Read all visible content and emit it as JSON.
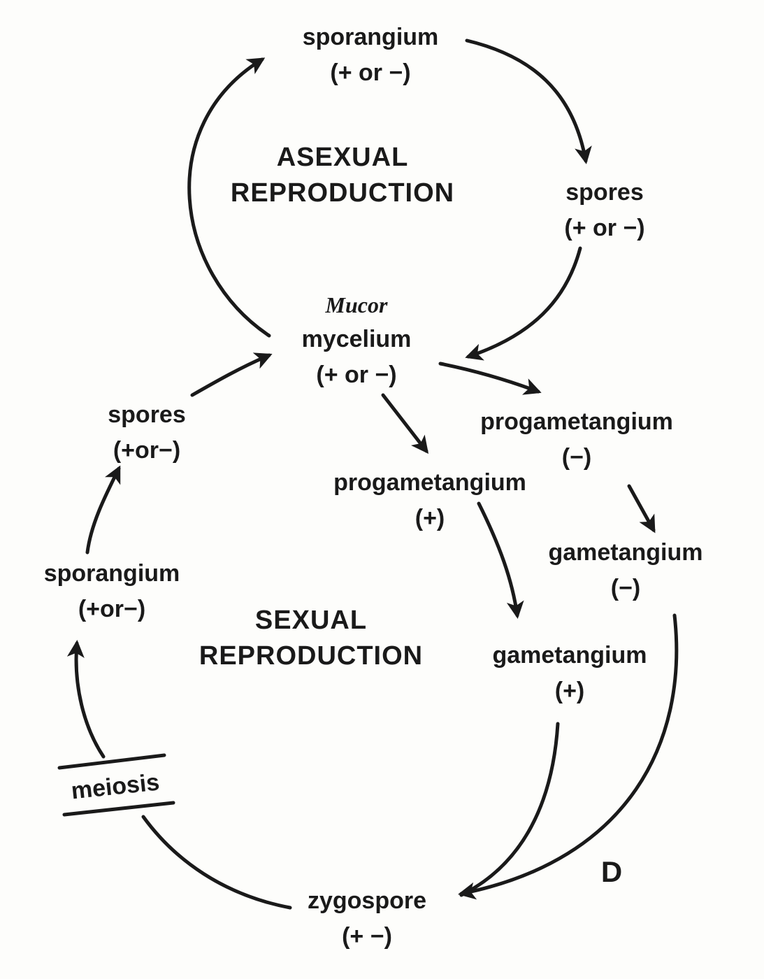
{
  "asexual_title": [
    "ASEXUAL",
    "REPRODUCTION"
  ],
  "sexual_title": [
    "SEXUAL",
    "REPRODUCTION"
  ],
  "nodes": {
    "sporangium_top": [
      "sporangium",
      "(+ or −)"
    ],
    "spores_right": [
      "spores",
      "(+ or −)"
    ],
    "mycelium": [
      "Mucor",
      "mycelium",
      "(+ or −)"
    ],
    "spores_left": [
      "spores",
      "(+or−)"
    ],
    "progametangium_minus": [
      "progametangium",
      "(−)"
    ],
    "progametangium_plus": [
      "progametangium",
      "(+)"
    ],
    "gametangium_minus": [
      "gametangium",
      "(−)"
    ],
    "sporangium_left": [
      "sporangium",
      "(+or−)"
    ],
    "gametangium_plus": [
      "gametangium",
      "(+)"
    ],
    "meiosis": "meiosis",
    "zygospore": [
      "zygospore",
      "(+ −)"
    ]
  },
  "panel_letter": "D",
  "colors": {
    "ink": "#1a1a1a",
    "paper": "#fdfdfb"
  }
}
